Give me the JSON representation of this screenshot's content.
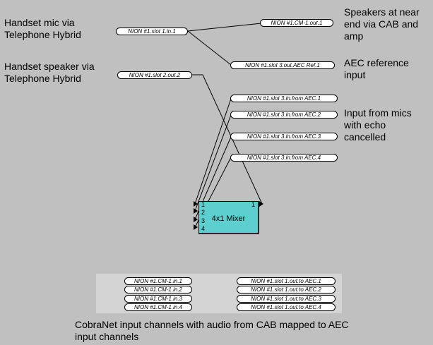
{
  "labels": {
    "handset_mic": [
      "Handset mic via",
      "Telephone Hybrid"
    ],
    "handset_speaker": [
      "Handset speaker via",
      "Telephone Hybrid"
    ],
    "speakers_near_end": [
      "Speakers at near",
      "end via CAB and",
      "amp"
    ],
    "aec_reference": [
      "AEC reference",
      "input"
    ],
    "input_from_mics": [
      "Input from mics",
      "with echo",
      "cancelled"
    ],
    "cobranet_caption": [
      "CobraNet input channels with audio from CAB mapped to AEC",
      "input channels"
    ]
  },
  "nodes": {
    "slot1_in1": "NION #1.slot 1.in.1",
    "cm1_out1": "NION #1.CM-1.out.1",
    "slot3_out_aec_ref1": "NION #1.slot 3.out.AEC Ref.1",
    "slot2_out2": "NION #1.slot 2.out.2",
    "slot3_in_from_aec1": "NION #1.slot 3.in.from AEC.1",
    "slot3_in_from_aec2": "NION #1.slot 3.in.from AEC.2",
    "slot3_in_from_aec3": "NION #1.slot 3.in.from AEC.3",
    "slot3_in_from_aec4": "NION #1.slot 3.in.from AEC.4",
    "cm1_in1": "NION #1.CM-1.in.1",
    "cm1_in2": "NION #1.CM-1.in.2",
    "cm1_in3": "NION #1.CM-1.in.3",
    "cm1_in4": "NION #1.CM-1.in.4",
    "slot1_out_to_aec1": "NION #1.slot 1.out.to AEC.1",
    "slot1_out_to_aec2": "NION #1.slot 1.out.to AEC.2",
    "slot1_out_to_aec3": "NION #1.slot 1.out.to AEC.3",
    "slot1_out_to_aec4": "NION #1.slot 1.out.to AEC.4"
  },
  "mixer": {
    "title": "4x1 Mixer",
    "inputs": [
      "1",
      "2",
      "3",
      "4"
    ],
    "output": "1",
    "color": "#5ecfcf"
  }
}
